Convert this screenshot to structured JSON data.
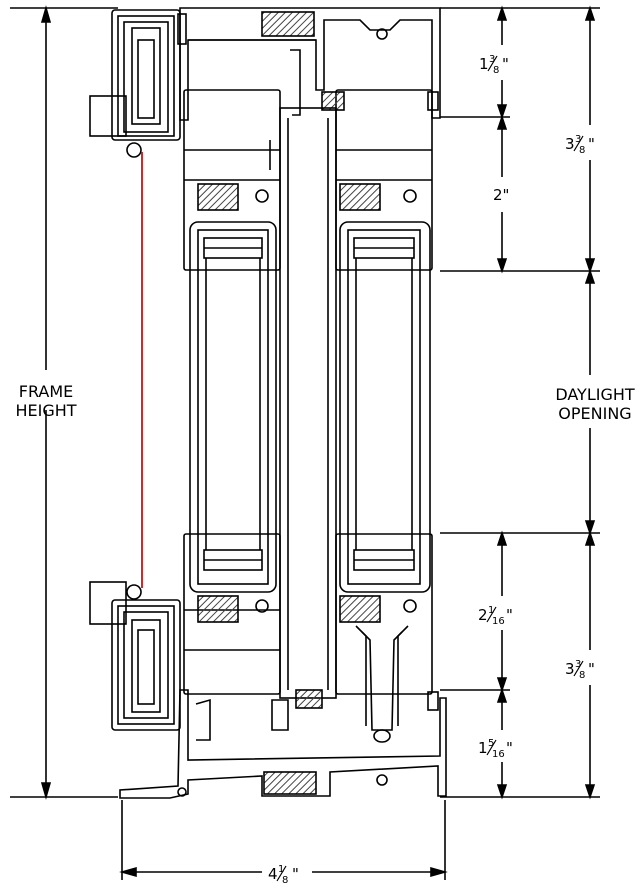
{
  "labels": {
    "frame_height_1": "FRAME",
    "frame_height_2": "HEIGHT",
    "daylight_1": "DAYLIGHT",
    "daylight_2": "OPENING"
  },
  "dimensions": {
    "head_top_whole": "1",
    "head_top_num": "3",
    "head_top_den": "8",
    "head_mid": "2\"",
    "head_total_whole": "3",
    "head_total_num": "3",
    "head_total_den": "8",
    "sill_mid_whole": "2",
    "sill_mid_num": "1",
    "sill_mid_den": "16",
    "sill_total_whole": "3",
    "sill_total_num": "3",
    "sill_total_den": "8",
    "sill_bot_whole": "1",
    "sill_bot_num": "5",
    "sill_bot_den": "16",
    "depth_whole": "4",
    "depth_num": "1",
    "depth_den": "8"
  },
  "colors": {
    "line": "#000000",
    "accent": "#d01010",
    "hatch": "#444444"
  }
}
